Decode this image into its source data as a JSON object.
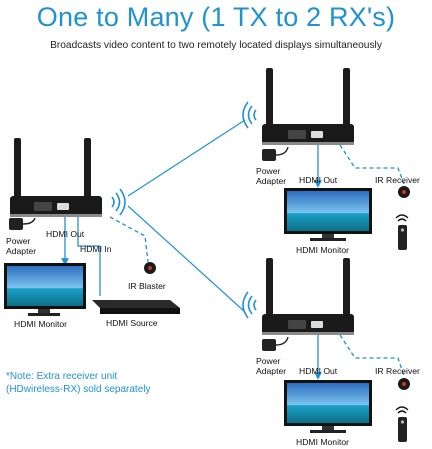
{
  "header": {
    "title": "One to Many (1 TX to 2 RX's)",
    "subtitle": "Broadcasts video content to two remotely located displays simultaneously"
  },
  "transmitter": {
    "power_label_1": "Power",
    "power_label_2": "Adapter",
    "hdmi_out": "HDMI Out",
    "hdmi_in": "HDMI In",
    "monitor_label": "HDMI Monitor",
    "ir_blaster": "IR Blaster",
    "source_label": "HDMI Source"
  },
  "receiver_1": {
    "power_label_1": "Power",
    "power_label_2": "Adapter",
    "hdmi_out": "HDMI Out",
    "ir_receiver": "IR Receiver",
    "monitor_label": "HDMI Monitor"
  },
  "receiver_2": {
    "power_label_1": "Power",
    "power_label_2": "Adapter",
    "hdmi_out": "HDMI Out",
    "ir_receiver": "IR Receiver",
    "monitor_label": "HDMI Monitor"
  },
  "note": {
    "line_1": "*Note: Extra receiver unit",
    "line_2": "(HDwireless-RX) sold separately"
  },
  "colors": {
    "accent": "#1f93d2",
    "device": "#1c1c1c",
    "screen_sky": "#3c8fd6"
  }
}
